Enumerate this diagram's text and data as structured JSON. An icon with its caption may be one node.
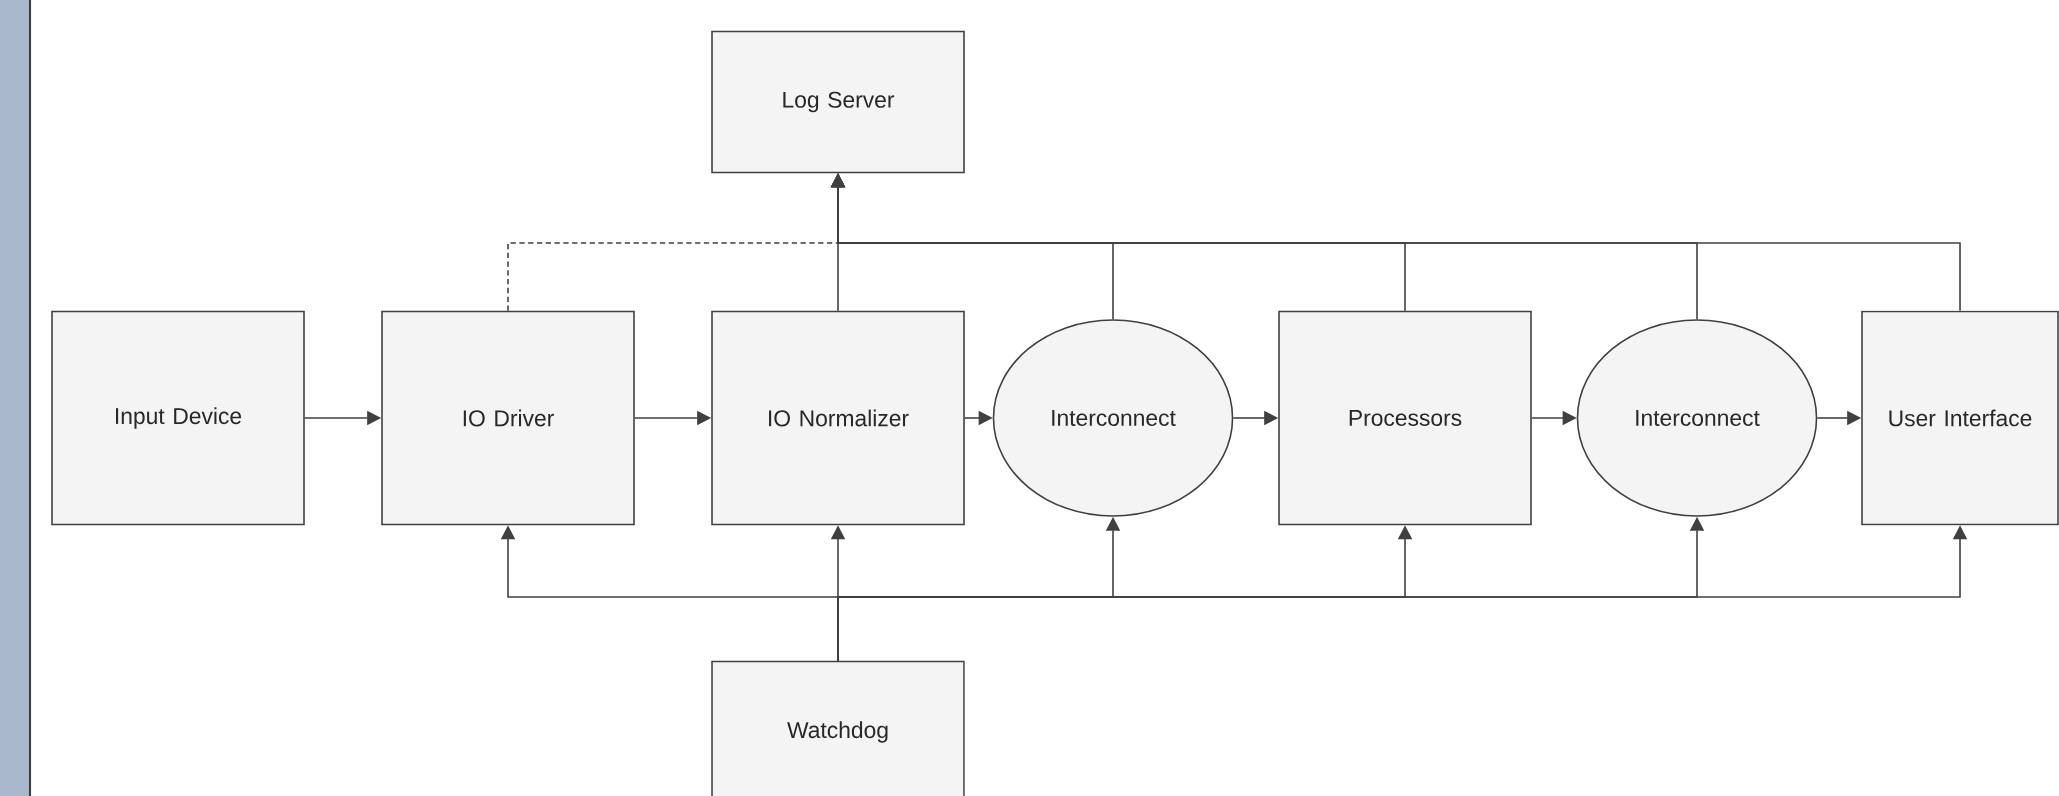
{
  "diagram": {
    "nodes": [
      {
        "text": [
          "Log Server"
        ]
      },
      {
        "text": [
          "Input Device"
        ]
      },
      {
        "text": [
          "IO Driver"
        ]
      },
      {
        "text": [
          "IO Normalizer"
        ]
      },
      {
        "text": [
          "Interconnect"
        ]
      },
      {
        "text": [
          "Processors"
        ]
      },
      {
        "text": [
          "Interconnect"
        ]
      },
      {
        "text": [
          "User Interface"
        ]
      },
      {
        "text": [
          "Watchdog"
        ]
      }
    ],
    "edges": [
      {
        "from": 1,
        "to": 2,
        "arrow": "to"
      },
      {
        "from": 2,
        "to": 3,
        "arrow": "to"
      },
      {
        "from": 3,
        "to": 4,
        "arrow": "to"
      },
      {
        "from": 4,
        "to": 5,
        "arrow": "to"
      },
      {
        "from": 5,
        "to": 6,
        "arrow": "to"
      },
      {
        "from": 6,
        "to": 7,
        "arrow": "to"
      },
      {
        "from": 2,
        "to": 0,
        "arrow": "to",
        "style": "dashed"
      },
      {
        "from": 3,
        "to": 0,
        "arrow": "to"
      },
      {
        "from": 4,
        "to": 0,
        "arrow": "to"
      },
      {
        "from": 5,
        "to": 0,
        "arrow": "to"
      },
      {
        "from": 6,
        "to": 0,
        "arrow": "to"
      },
      {
        "from": 7,
        "to": 0,
        "arrow": "to"
      },
      {
        "from": 8,
        "to": 2,
        "arrow": "to"
      },
      {
        "from": 8,
        "to": 3,
        "arrow": "to"
      },
      {
        "from": 8,
        "to": 4,
        "arrow": "to"
      },
      {
        "from": 8,
        "to": 5,
        "arrow": "to"
      },
      {
        "from": 8,
        "to": 6,
        "arrow": "to"
      },
      {
        "from": 8,
        "to": 7,
        "arrow": "to"
      }
    ]
  }
}
